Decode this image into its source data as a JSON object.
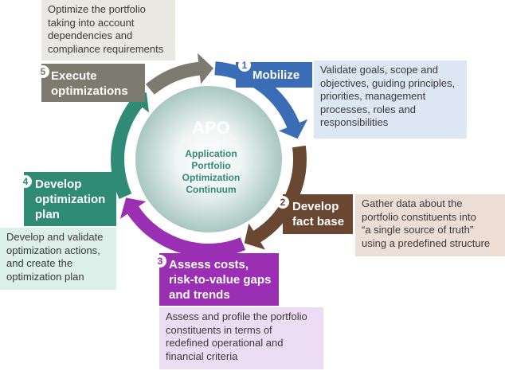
{
  "center": {
    "title": "APO",
    "subtitle_lines": [
      "Application",
      "Portfolio",
      "Optimization",
      "Continuum"
    ]
  },
  "stages": [
    {
      "number": "1",
      "title_lines": [
        "Mobilize"
      ],
      "color": "#3a6db5",
      "description_lines": [
        "Validate goals, scope and",
        "objectives, guiding principles,",
        "priorities, management",
        "processes, roles and",
        "responsibilities"
      ],
      "description_color": "#dde6f3"
    },
    {
      "number": "2",
      "title_lines": [
        "Develop",
        "fact base"
      ],
      "color": "#6a4730",
      "description_lines": [
        "Gather data about the",
        "portfolio constituents into",
        "“a single source of truth”",
        "using a predefined structure"
      ],
      "description_color": "#ecded5"
    },
    {
      "number": "3",
      "title_lines": [
        "Assess costs,",
        "risk-to-value gaps",
        "and trends"
      ],
      "color": "#9a2fb3",
      "description_lines": [
        "Assess and profile the portfolio",
        "constituents in terms of",
        "redefined operational and",
        "financial criteria"
      ],
      "description_color": "#ecdcf4"
    },
    {
      "number": "4",
      "title_lines": [
        "Develop",
        "optimization",
        "plan"
      ],
      "color": "#2f8a76",
      "description_lines": [
        "Develop and validate",
        "optimization actions,",
        "and create the",
        "optimization plan"
      ],
      "description_color": "#dcefe9"
    },
    {
      "number": "5",
      "title_lines": [
        "Execute",
        "optimizations"
      ],
      "color": "#7d7a70",
      "description_lines": [
        "Optimize the portfolio",
        "taking into account",
        "dependencies and",
        "compliance requirements"
      ],
      "description_color": "#e9e8e2"
    }
  ]
}
